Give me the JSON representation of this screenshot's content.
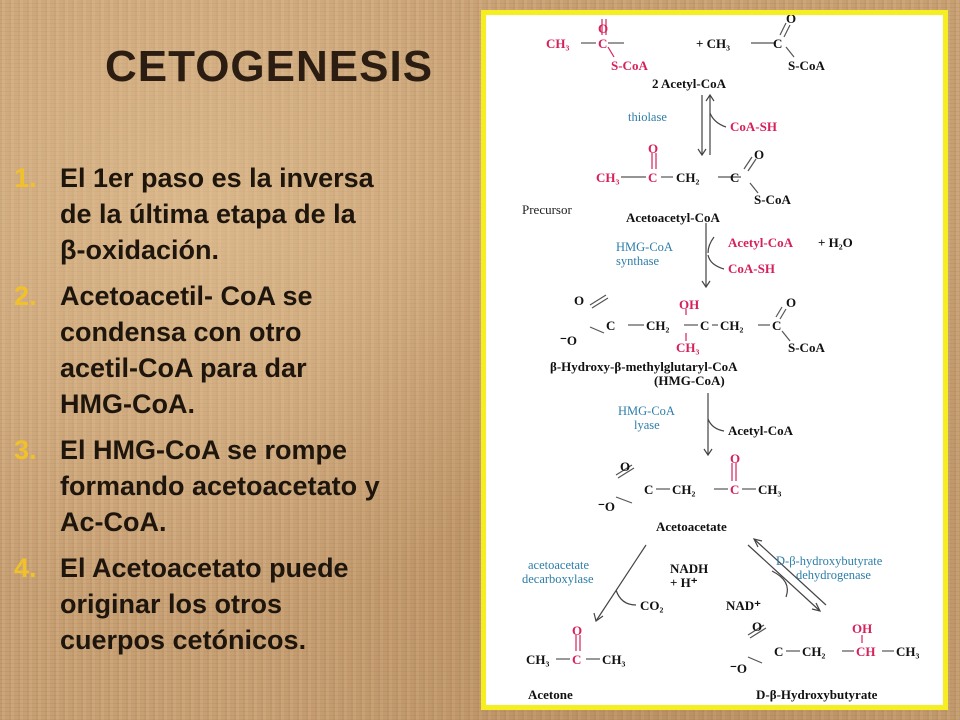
{
  "slide": {
    "title": "CETOGENESIS",
    "points": [
      {
        "num": "1.",
        "lines": [
          "El 1er paso es la inversa",
          "de la última etapa de la",
          "β-oxidación."
        ]
      },
      {
        "num": "2.",
        "lines": [
          "Acetoacetil- CoA se",
          "condensa con otro",
          "acetil-CoA para dar",
          "HMG-CoA."
        ]
      },
      {
        "num": "3.",
        "lines": [
          "El HMG-CoA se rompe",
          "formando acetoacetato y",
          "Ac-CoA."
        ]
      },
      {
        "num": "4.",
        "lines": [
          "El Acetoacetato puede",
          "originar los otros",
          "cuerpos cetónicos."
        ]
      }
    ]
  },
  "diagram": {
    "precursor_label": "Precursor",
    "compounds": {
      "acetyl_coa_2": "2 Acetyl-CoA",
      "acetoacetyl_coa": "Acetoacetyl-CoA",
      "hmg_coa_1": "β-Hydroxy-β-methylglutaryl-CoA",
      "hmg_coa_2": "(HMG-CoA)",
      "acetoacetate": "Acetoacetate",
      "acetone": "Acetone",
      "hydroxybutyrate": "D-β-Hydroxybutyrate"
    },
    "enzymes": {
      "thiolase": "thiolase",
      "hmg_synthase_1": "HMG-CoA",
      "hmg_synthase_2": "synthase",
      "hmg_lyase_1": "HMG-CoA",
      "hmg_lyase_2": "lyase",
      "decarboxylase_1": "acetoacetate",
      "decarboxylase_2": "decarboxylase",
      "dehydrogenase_1": "D-β-hydroxybutyrate",
      "dehydrogenase_2": "dehydrogenase"
    },
    "side_products": {
      "coa_sh_1": "CoA-SH",
      "acetyl_coa_in": "Acetyl-CoA",
      "h2o": "+ H₂O",
      "coa_sh_2": "CoA-SH",
      "acetyl_coa_out": "Acetyl-CoA",
      "co2": "CO₂",
      "nadh": "NADH",
      "h_plus": "+ H⁺",
      "nad": "NAD⁺"
    }
  },
  "colors": {
    "accent_numbers": "#f0c12a",
    "panel_border": "#f7ee22",
    "molecule_highlight": "#d6205a",
    "enzyme_text": "#2e7ea8"
  }
}
